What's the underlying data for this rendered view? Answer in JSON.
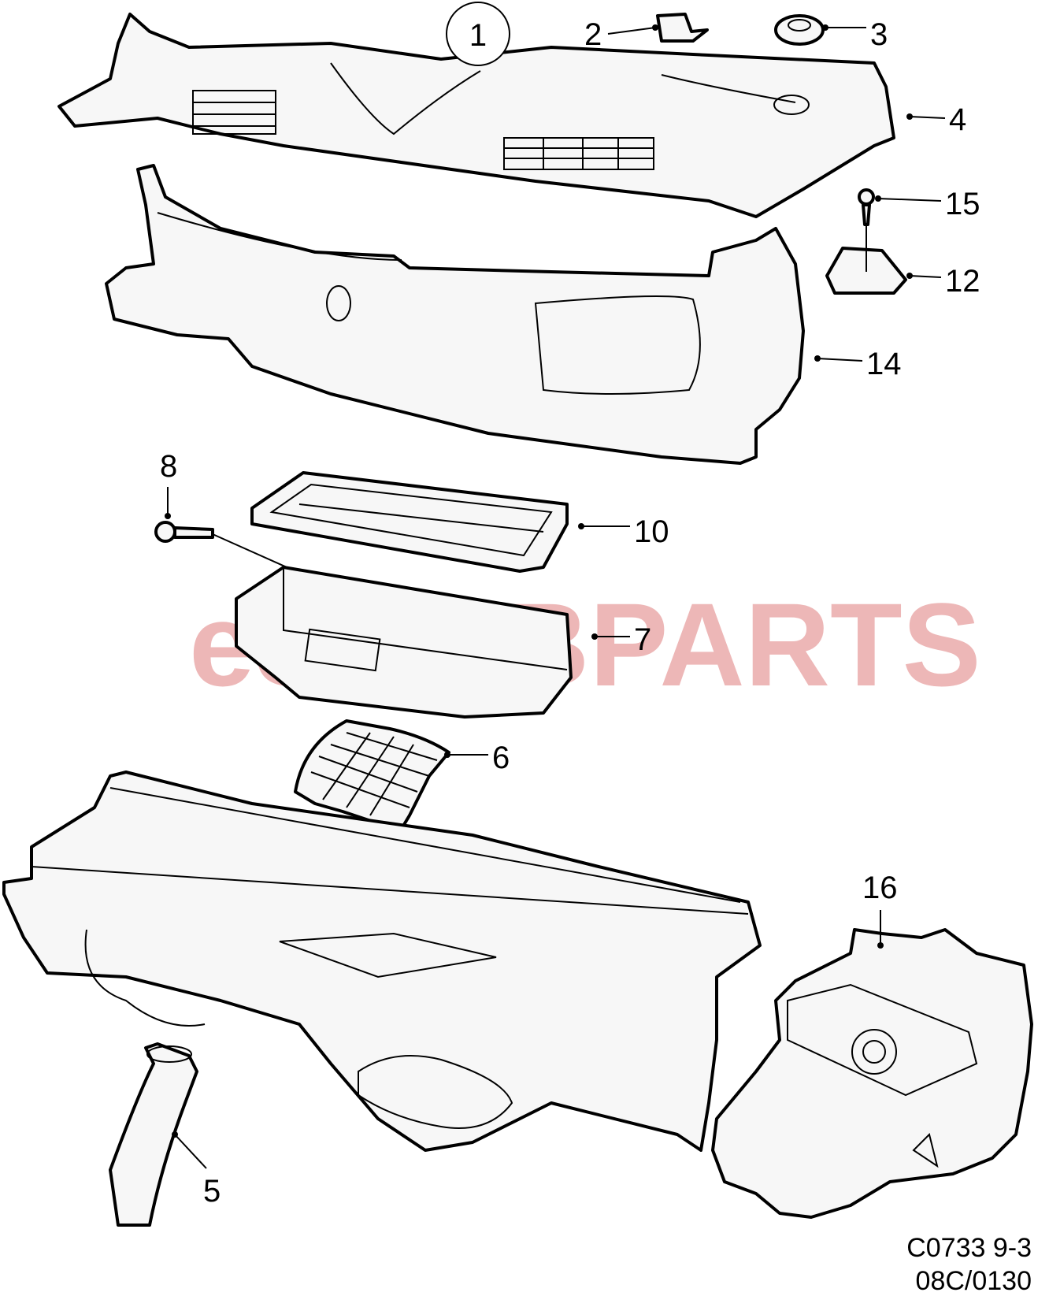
{
  "watermark": "eSAABPARTS",
  "reference": {
    "line1": "C0733 9-3",
    "line2": "08C/0130"
  },
  "callouts": [
    {
      "id": "c1",
      "label": "1"
    },
    {
      "id": "c2",
      "label": "2"
    },
    {
      "id": "c3",
      "label": "3"
    },
    {
      "id": "c4",
      "label": "4"
    },
    {
      "id": "c5",
      "label": "5"
    },
    {
      "id": "c6",
      "label": "6"
    },
    {
      "id": "c7",
      "label": "7"
    },
    {
      "id": "c8",
      "label": "8"
    },
    {
      "id": "c10",
      "label": "10"
    },
    {
      "id": "c12",
      "label": "12"
    },
    {
      "id": "c14",
      "label": "14"
    },
    {
      "id": "c15",
      "label": "15"
    },
    {
      "id": "c16",
      "label": "16"
    }
  ]
}
